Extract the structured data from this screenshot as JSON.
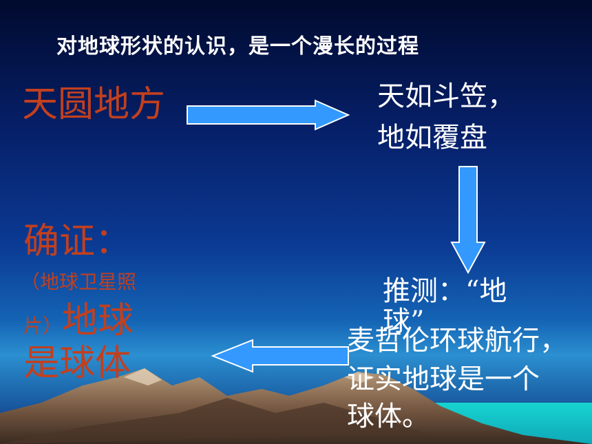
{
  "slide": {
    "title": "对地球形状的认识，是一个漫长的过程",
    "stage1": "天圆地方",
    "stage2_line1": "天如斗笠，",
    "stage2_line2": "地如覆盘",
    "stage3_line1": "推测：“地",
    "stage3_line2": "球”",
    "stage4_line1": "麦哲伦环球航行，",
    "stage4_line2": "证实地球是一个",
    "stage4_line3": "球体。",
    "confirm_label": "确证：",
    "confirm_note1": "（地球卫星照",
    "confirm_note2": "片）",
    "confirm_result1": "地球",
    "confirm_result2": "是球体"
  },
  "colors": {
    "title_text": "#ffffff",
    "highlight_red": "#c1401f",
    "arrow_fill": "#3399ff",
    "arrow_stroke": "#ffffff"
  }
}
